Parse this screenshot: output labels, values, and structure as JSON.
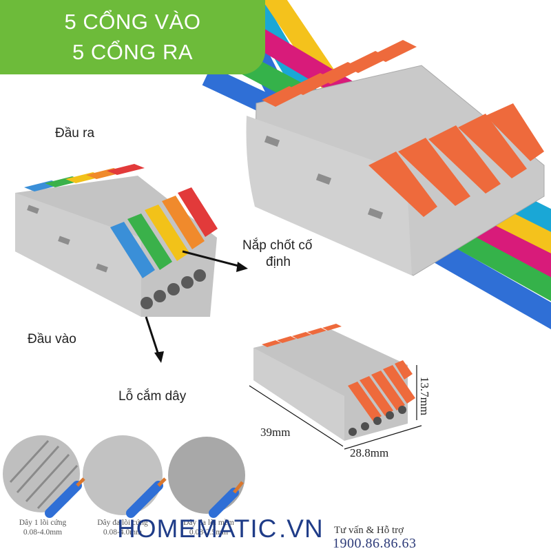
{
  "banner": {
    "line1": "5 CỔNG VÀO",
    "line2": "5 CỔNG RA",
    "color": "#6dbb3a"
  },
  "labels": {
    "output_end": "Đầu ra",
    "input_end": "Đầu vào",
    "lock_lever_line1": "Nắp chốt cố",
    "lock_lever_line2": "định",
    "wire_hole": "Lỗ cắm dây"
  },
  "dimensions": {
    "length": "39mm",
    "width": "28.8mm",
    "height": "13.7mm"
  },
  "wire_types": [
    {
      "name": "Dây 1 lõi cứng",
      "range": "0.08-4.0mm"
    },
    {
      "name": "Dây đa lõi cứng",
      "range": "0.08-4.0mm"
    },
    {
      "name": "Dây đa lõi mềm",
      "range": "0.08-2.5mm"
    }
  ],
  "brand": {
    "left": "HOMEMATIC",
    "right": ".VN",
    "support_label": "Tư vấn & Hỗ trợ",
    "hotline": "1900.86.86.63"
  },
  "colors": {
    "connector_body": "#c9c9c9",
    "lever_orange": "#ee6a3c",
    "wire_blue": "#2f6fd6",
    "wire_yellow": "#f4c21c",
    "wire_magenta": "#d81b7a",
    "wire_green": "#35b24a",
    "wire_cyan": "#1aa7d6"
  }
}
